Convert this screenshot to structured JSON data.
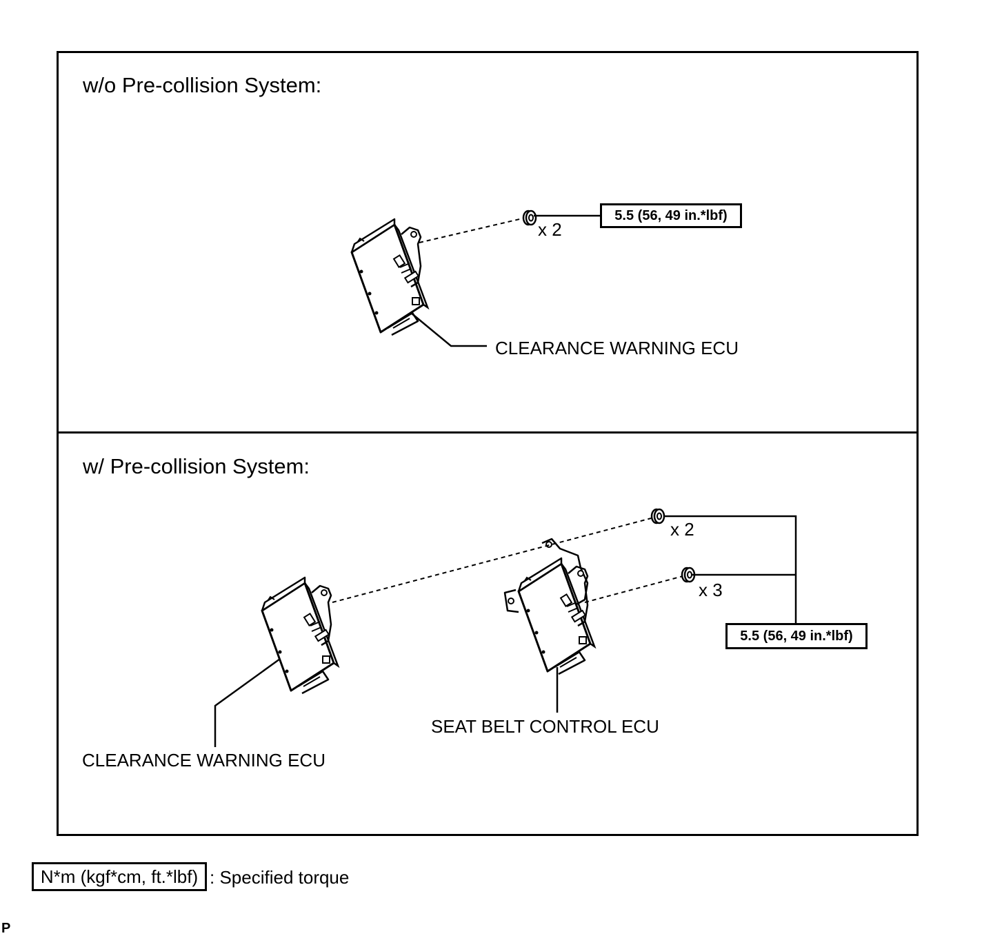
{
  "panel_top": {
    "heading": "w/o Pre-collision System:",
    "nut_count": "x 2",
    "torque": "5.5 (56, 49 in.*lbf)",
    "part_label": "CLEARANCE WARNING ECU"
  },
  "panel_bottom": {
    "heading": "w/ Pre-collision System:",
    "nut_count_upper": "x 2",
    "nut_count_lower": "x 3",
    "torque": "5.5 (56, 49 in.*lbf)",
    "part_label_left": "CLEARANCE WARNING ECU",
    "part_label_center": "SEAT BELT CONTROL ECU"
  },
  "legend": {
    "unit_box": "N*m (kgf*cm, ft.*lbf)",
    "description": ": Specified torque"
  },
  "corner_mark": "P"
}
